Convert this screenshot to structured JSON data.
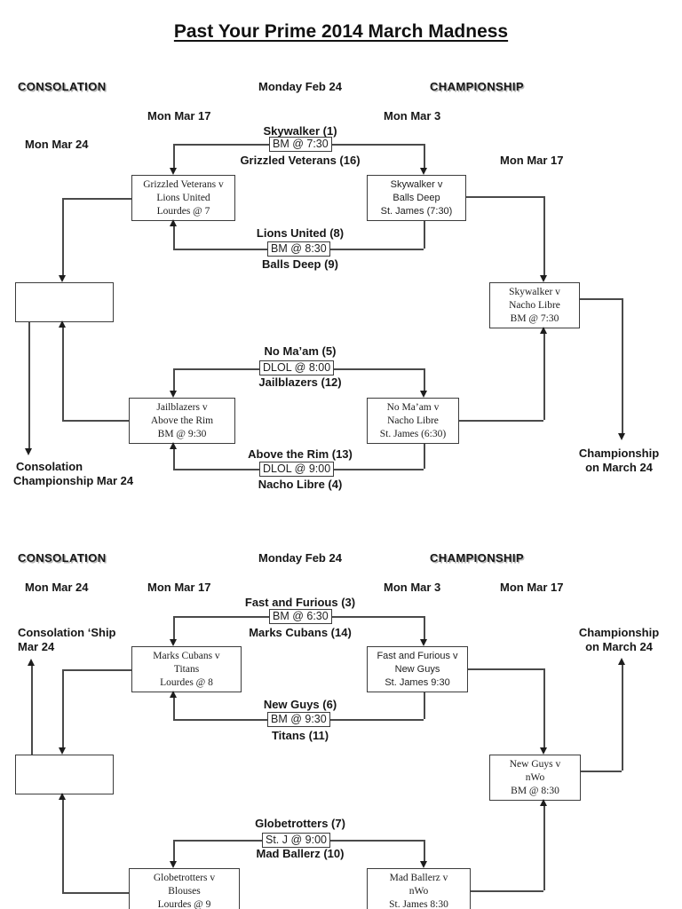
{
  "title": "Past Your Prime 2014 March Madness",
  "sections": {
    "top": {
      "consolation_header": "CONSOLATION",
      "center_date": "Monday Feb 24",
      "championship_header": "CHAMPIONSHIP",
      "date_left_outer": "Mon Mar 24",
      "date_left_inner": "Mon Mar 17",
      "date_right_inner": "Mon Mar 3",
      "date_right_outer": "Mon Mar 17",
      "matchup1": {
        "team_top": "Skywalker (1)",
        "venue": "BM @ 7:30",
        "team_bottom": "Grizzled Veterans (16)"
      },
      "matchup2": {
        "team_top": "Lions United (8)",
        "venue": "BM @ 8:30",
        "team_bottom": "Balls Deep (9)"
      },
      "matchup3": {
        "team_top": "No Ma’am (5)",
        "venue": "DLOL @ 8:00",
        "team_bottom": "Jailblazers (12)"
      },
      "matchup4": {
        "team_top": "Above the Rim (13)",
        "venue": "DLOL @ 9:00",
        "team_bottom": "Nacho Libre (4)"
      },
      "consolation_semi_box": {
        "line1": "Grizzled Veterans v",
        "line2": "Lions United",
        "line3": "Lourdes @ 7"
      },
      "winners_semi_box": {
        "line1": "Skywalker v",
        "line2": "Balls Deep",
        "line3": "St. James (7:30)"
      },
      "final_box": {
        "line1": "Skywalker v",
        "line2": "Nacho Libre",
        "line3": "BM @ 7:30"
      },
      "consolation_semi2_box": {
        "line1": "Jailblazers v",
        "line2": "Above the Rim",
        "line3": "BM @ 9:30"
      },
      "winners_semi2_box": {
        "line1": "No Ma’am v",
        "line2": "Nacho Libre",
        "line3": "St. James (6:30)"
      },
      "consolation_footer_line1": "Consolation",
      "consolation_footer_line2": "Championship Mar 24",
      "championship_footer_line1": "Championship",
      "championship_footer_line2": "on March 24"
    },
    "bottom": {
      "consolation_header": "CONSOLATION",
      "center_date": "Monday Feb 24",
      "championship_header": "CHAMPIONSHIP",
      "date_left_outer": "Mon Mar 24",
      "date_left_inner": "Mon Mar 17",
      "date_right_inner": "Mon Mar 3",
      "date_right_outer": "Mon Mar 17",
      "matchup1": {
        "team_top": "Fast and Furious (3)",
        "venue": "BM @ 6:30",
        "team_bottom": "Marks Cubans (14)"
      },
      "matchup2": {
        "team_top": "New Guys (6)",
        "venue": "BM @ 9:30",
        "team_bottom": "Titans (11)"
      },
      "matchup3": {
        "team_top": "Globetrotters (7)",
        "venue": "St. J @ 9:00",
        "team_bottom": "Mad Ballerz (10)"
      },
      "consolation_semi_box": {
        "line1": "Marks Cubans v",
        "line2": "Titans",
        "line3": "Lourdes @ 8"
      },
      "winners_semi_box": {
        "line1": "Fast and Furious v",
        "line2": "New Guys",
        "line3": "St. James 9:30"
      },
      "final_box": {
        "line1": "New Guys v",
        "line2": "nWo",
        "line3": "BM @ 8:30"
      },
      "consolation_semi2_box": {
        "line1": "Globetrotters v",
        "line2": "Blouses",
        "line3": "Lourdes @ 9"
      },
      "winners_semi2_box": {
        "line1": "Mad Ballerz v",
        "line2": "nWo",
        "line3": "St. James 8:30"
      },
      "consolation_footer_line1": "Consolation ‘Ship",
      "consolation_footer_line2": "Mar 24",
      "championship_footer_line1": "Championship",
      "championship_footer_line2": "on March 24"
    }
  }
}
